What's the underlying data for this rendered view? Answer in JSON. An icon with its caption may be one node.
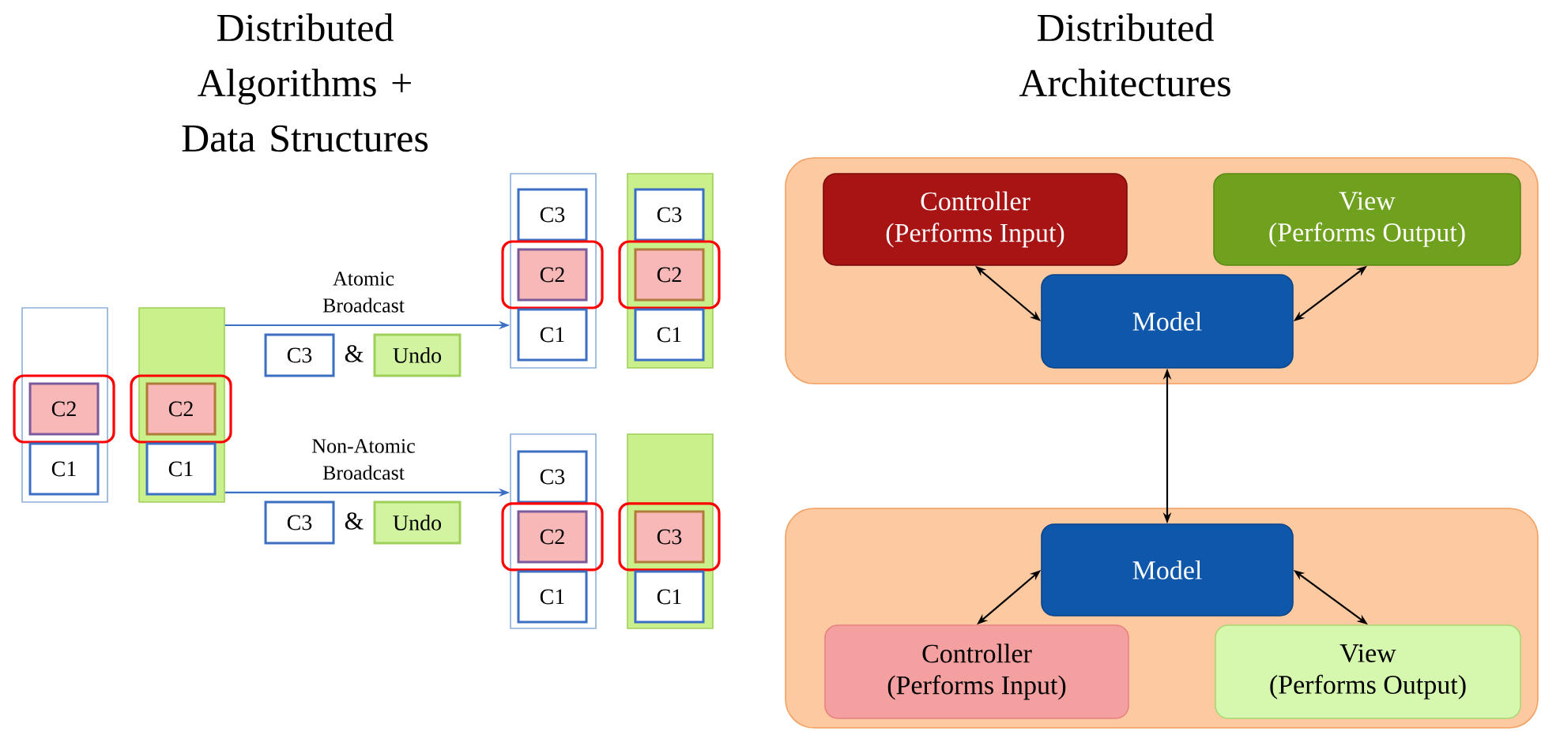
{
  "diagram": {
    "nodes": [
      {
        "text": [],
        "shape": "box"
      },
      {
        "text": [
          "C2"
        ],
        "in": 0
      },
      {
        "text": [
          "C1"
        ],
        "in": 0
      },
      {
        "text": [],
        "shape": "box"
      },
      {
        "text": [
          "C2"
        ],
        "in": 3
      },
      {
        "text": [
          "C1"
        ],
        "in": 3
      },
      {
        "text": [
          "C3"
        ]
      },
      {
        "text": [
          "Undo"
        ]
      },
      {
        "text": [
          "C3"
        ]
      },
      {
        "text": [
          "Undo"
        ]
      },
      {
        "text": [],
        "shape": "box"
      },
      {
        "text": [
          "C3"
        ],
        "in": 10
      },
      {
        "text": [
          "C2"
        ],
        "in": 10
      },
      {
        "text": [
          "C1"
        ],
        "in": 10
      },
      {
        "text": [],
        "shape": "box"
      },
      {
        "text": [
          "C3"
        ],
        "in": 14
      },
      {
        "text": [
          "C2"
        ],
        "in": 14
      },
      {
        "text": [
          "C1"
        ],
        "in": 14
      },
      {
        "text": [],
        "shape": "box"
      },
      {
        "text": [
          "C3"
        ],
        "in": 18
      },
      {
        "text": [
          "C2"
        ],
        "in": 18
      },
      {
        "text": [
          "C1"
        ],
        "in": 18
      },
      {
        "text": [],
        "shape": "box"
      },
      {
        "text": [
          "C3"
        ],
        "in": 22
      },
      {
        "text": [
          "C1"
        ],
        "in": 22
      },
      {
        "text": [],
        "shape": "box"
      },
      {
        "text": [
          "Controller",
          "(Performs Input)"
        ],
        "in": 25
      },
      {
        "text": [
          "View",
          "(Performs Output)"
        ],
        "in": 25
      },
      {
        "text": [
          "Model"
        ],
        "in": 25
      },
      {
        "text": [],
        "shape": "box"
      },
      {
        "text": [
          "Model"
        ],
        "in": 29
      },
      {
        "text": [
          "Controller",
          "(Performs Input)"
        ],
        "in": 29
      },
      {
        "text": [
          "View",
          "(Performs Output)"
        ],
        "in": 29
      }
    ],
    "edges": [
      {
        "from": 3,
        "to": 10,
        "arrow": "to",
        "label": "Atomic Broadcast",
        "color": "#3a6fc4"
      },
      {
        "from": 3,
        "to": 18,
        "arrow": "to",
        "label": "Non-Atomic Broadcast",
        "color": "#3a6fc4"
      },
      {
        "from": 26,
        "to": 28,
        "arrow": "both"
      },
      {
        "from": 27,
        "to": 28,
        "arrow": "both"
      },
      {
        "from": 28,
        "to": 30,
        "arrow": "both"
      },
      {
        "from": 30,
        "to": 31,
        "arrow": "both"
      },
      {
        "from": 30,
        "to": 32,
        "arrow": "both"
      }
    ],
    "labels": [
      "Distributed Algorithms + Data Structures",
      "Distributed Architectures",
      "&",
      "&"
    ]
  }
}
